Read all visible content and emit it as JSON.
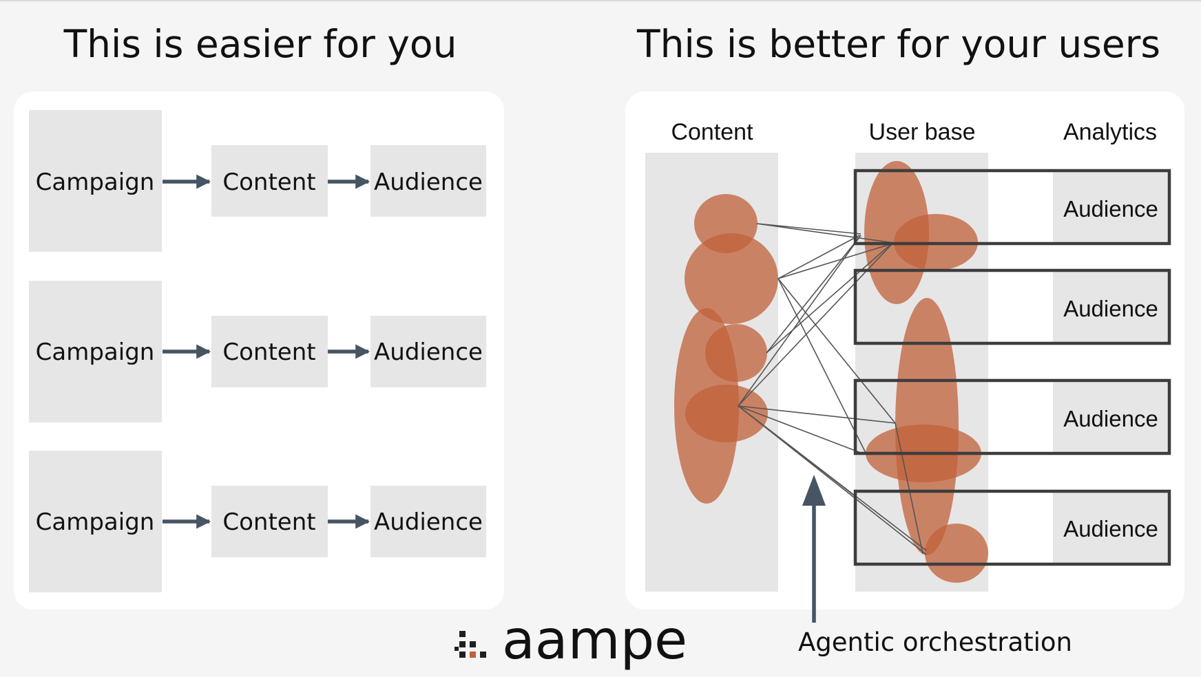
{
  "left_panel": {
    "title": "This is easier for you",
    "rows": [
      {
        "campaign": "Campaign",
        "content": "Content",
        "audience": "Audience"
      },
      {
        "campaign": "Campaign",
        "content": "Content",
        "audience": "Audience"
      },
      {
        "campaign": "Campaign",
        "content": "Content",
        "audience": "Audience"
      }
    ]
  },
  "right_panel": {
    "title": "This is better for your users",
    "columns": {
      "content": "Content",
      "user_base": "User base",
      "analytics": "Analytics"
    },
    "audiences": [
      "Audience",
      "Audience",
      "Audience",
      "Audience"
    ]
  },
  "annotation": {
    "agentic": "Agentic orchestration"
  },
  "logo": {
    "text": "aampe"
  },
  "colors": {
    "background": "#f5f5f5",
    "panel": "#ffffff",
    "block": "#e6e6e6",
    "arrow": "#465464",
    "blob": "#c0603a",
    "outline": "#3d3d3d"
  }
}
